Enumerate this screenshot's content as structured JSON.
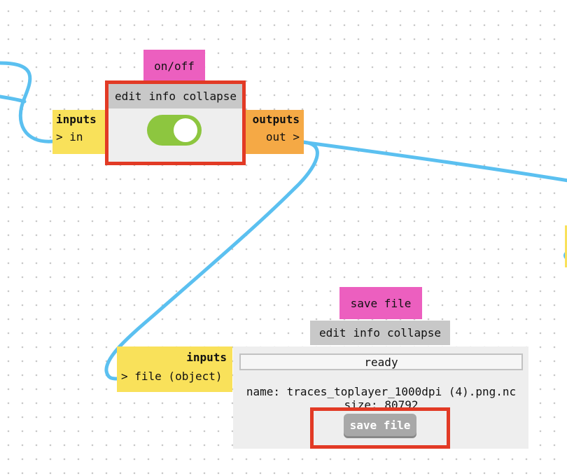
{
  "colors": {
    "wire": "#5bc0f0",
    "title_tab": "#ec5fbf",
    "menu_bar": "#c8c8c8",
    "inputs_bg": "#f9e15a",
    "outputs_bg": "#f5a945",
    "highlight": "#e23a25",
    "toggle_on": "#8dc63f",
    "panel_bg": "#eeeeee"
  },
  "onoff_module": {
    "title": "on/off",
    "menu": {
      "edit": "edit",
      "info": "info",
      "collapse": "collapse"
    },
    "toggle_state": "on",
    "inputs": {
      "title": "inputs",
      "items": [
        "> in"
      ]
    },
    "outputs": {
      "title": "outputs",
      "items": [
        "out >"
      ]
    }
  },
  "savefile_module": {
    "title": "save file",
    "menu": {
      "edit": "edit",
      "info": "info",
      "collapse": "collapse"
    },
    "inputs": {
      "title": "inputs",
      "items": [
        "> file (object)"
      ]
    },
    "status": "ready",
    "name_line": "name: traces_toplayer_1000dpi (4).png.nc",
    "size_line": "size: 80792",
    "button": "save file"
  }
}
